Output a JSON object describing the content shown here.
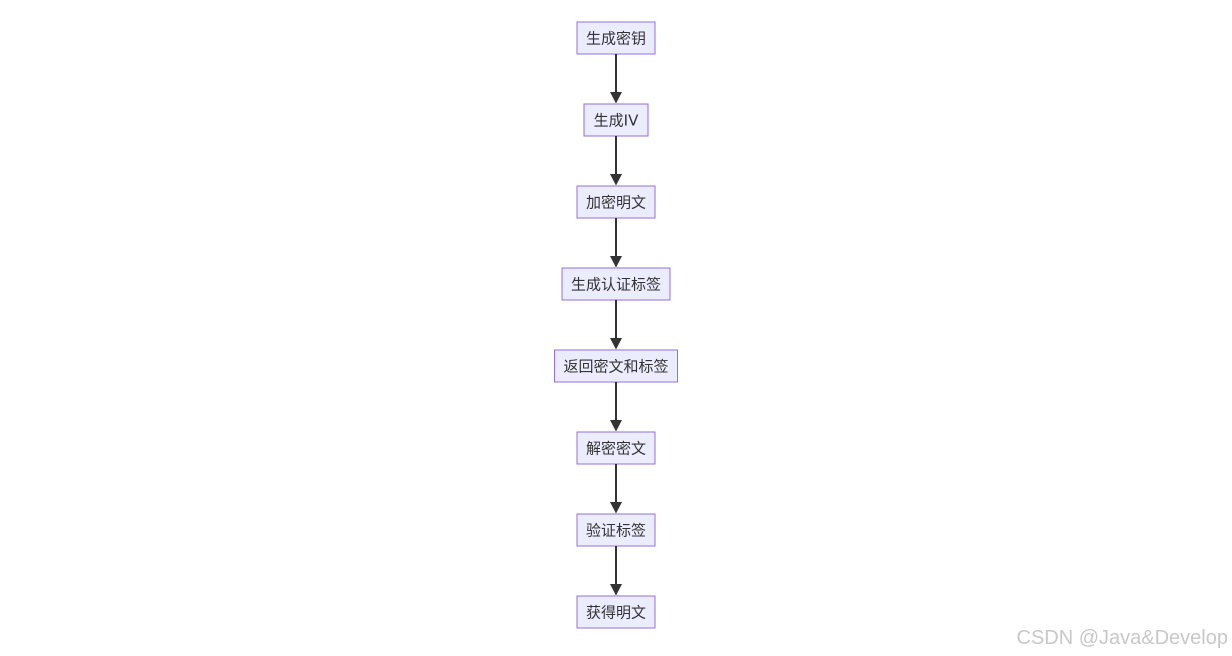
{
  "diagram": {
    "nodes": [
      {
        "id": "n1",
        "label": "生成密钥"
      },
      {
        "id": "n2",
        "label": "生成IV"
      },
      {
        "id": "n3",
        "label": "加密明文"
      },
      {
        "id": "n4",
        "label": "生成认证标签"
      },
      {
        "id": "n5",
        "label": "返回密文和标签"
      },
      {
        "id": "n6",
        "label": "解密密文"
      },
      {
        "id": "n7",
        "label": "验证标签"
      },
      {
        "id": "n8",
        "label": "获得明文"
      }
    ],
    "edges": [
      {
        "from": "n1",
        "to": "n2"
      },
      {
        "from": "n2",
        "to": "n3"
      },
      {
        "from": "n3",
        "to": "n4"
      },
      {
        "from": "n4",
        "to": "n5"
      },
      {
        "from": "n5",
        "to": "n6"
      },
      {
        "from": "n6",
        "to": "n7"
      },
      {
        "from": "n7",
        "to": "n8"
      }
    ]
  },
  "watermark": "CSDN @Java&Develop"
}
